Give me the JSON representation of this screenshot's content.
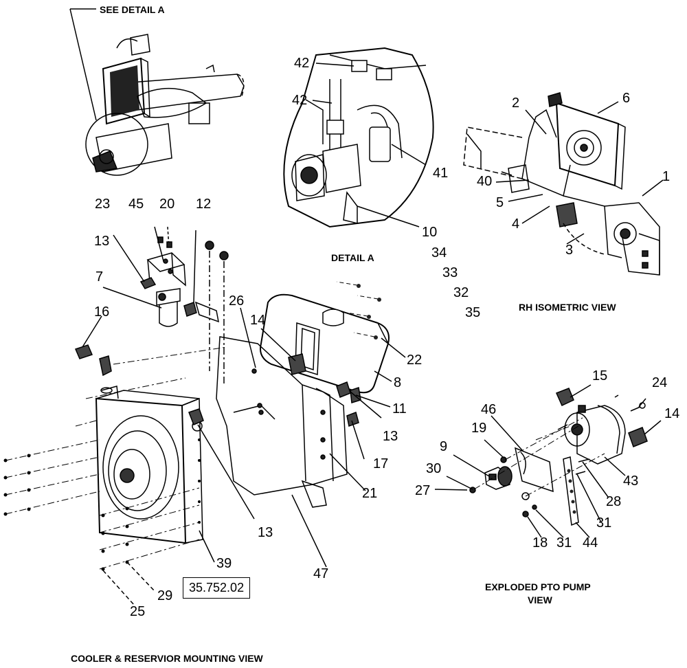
{
  "captions": {
    "see_detail": "SEE DETAIL A",
    "detail_a": "DETAIL A",
    "rh_iso": "RH ISOMETRIC VIEW",
    "pto_1": "EXPLODED PTO PUMP",
    "pto_2": "VIEW",
    "mounting": "COOLER & RESERVIOR MOUNTING VIEW"
  },
  "reference": "35.752.02",
  "callouts": {
    "c42a": "42",
    "c42b": "42",
    "c41": "41",
    "c10": "10",
    "c34": "34",
    "c33": "33",
    "c32": "32",
    "c35": "35",
    "c2": "2",
    "c6": "6",
    "c1": "1",
    "c40": "40",
    "c5": "5",
    "c4": "4",
    "c3": "3",
    "c23": "23",
    "c45": "45",
    "c20": "20",
    "c12": "12",
    "c13a": "13",
    "c7": "7",
    "c16": "16",
    "c26": "26",
    "c14a": "14",
    "c22": "22",
    "c8": "8",
    "c11": "11",
    "c13b": "13",
    "c17": "17",
    "c21": "21",
    "c13c": "13",
    "c39": "39",
    "c29": "29",
    "c25": "25",
    "c47": "47",
    "c15": "15",
    "c24": "24",
    "c14b": "14",
    "c46": "46",
    "c19": "19",
    "c9": "9",
    "c30": "30",
    "c27": "27",
    "c43": "43",
    "c28": "28",
    "c31a": "31",
    "c18": "18",
    "c31b": "31",
    "c44": "44"
  }
}
